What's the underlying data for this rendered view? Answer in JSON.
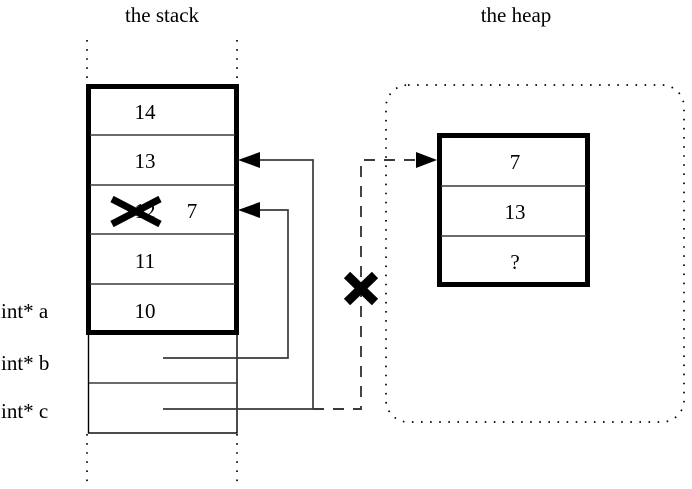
{
  "figure": {
    "stack_title": "the stack",
    "heap_title": "the heap"
  },
  "stack": {
    "frame_cells": [
      {
        "value": "14"
      },
      {
        "value": "13"
      },
      {
        "value": "12"
      },
      {
        "value": "11"
      },
      {
        "value": "10"
      }
    ],
    "overwritten_cell": {
      "old_value": "12",
      "new_value": "7",
      "struck_out": true
    },
    "variables": [
      {
        "label": "int* a"
      },
      {
        "label": "int* b"
      },
      {
        "label": "int* c"
      }
    ]
  },
  "heap": {
    "block_cells": [
      {
        "value": "7"
      },
      {
        "value": "13"
      },
      {
        "value": "?"
      }
    ]
  },
  "annotations": {
    "broken_pointer_mark": "x-mark",
    "overwrite_mark": "x-mark"
  },
  "colors": {
    "ink": "#000000",
    "line": "#3a3a3a",
    "background": "#ffffff"
  }
}
